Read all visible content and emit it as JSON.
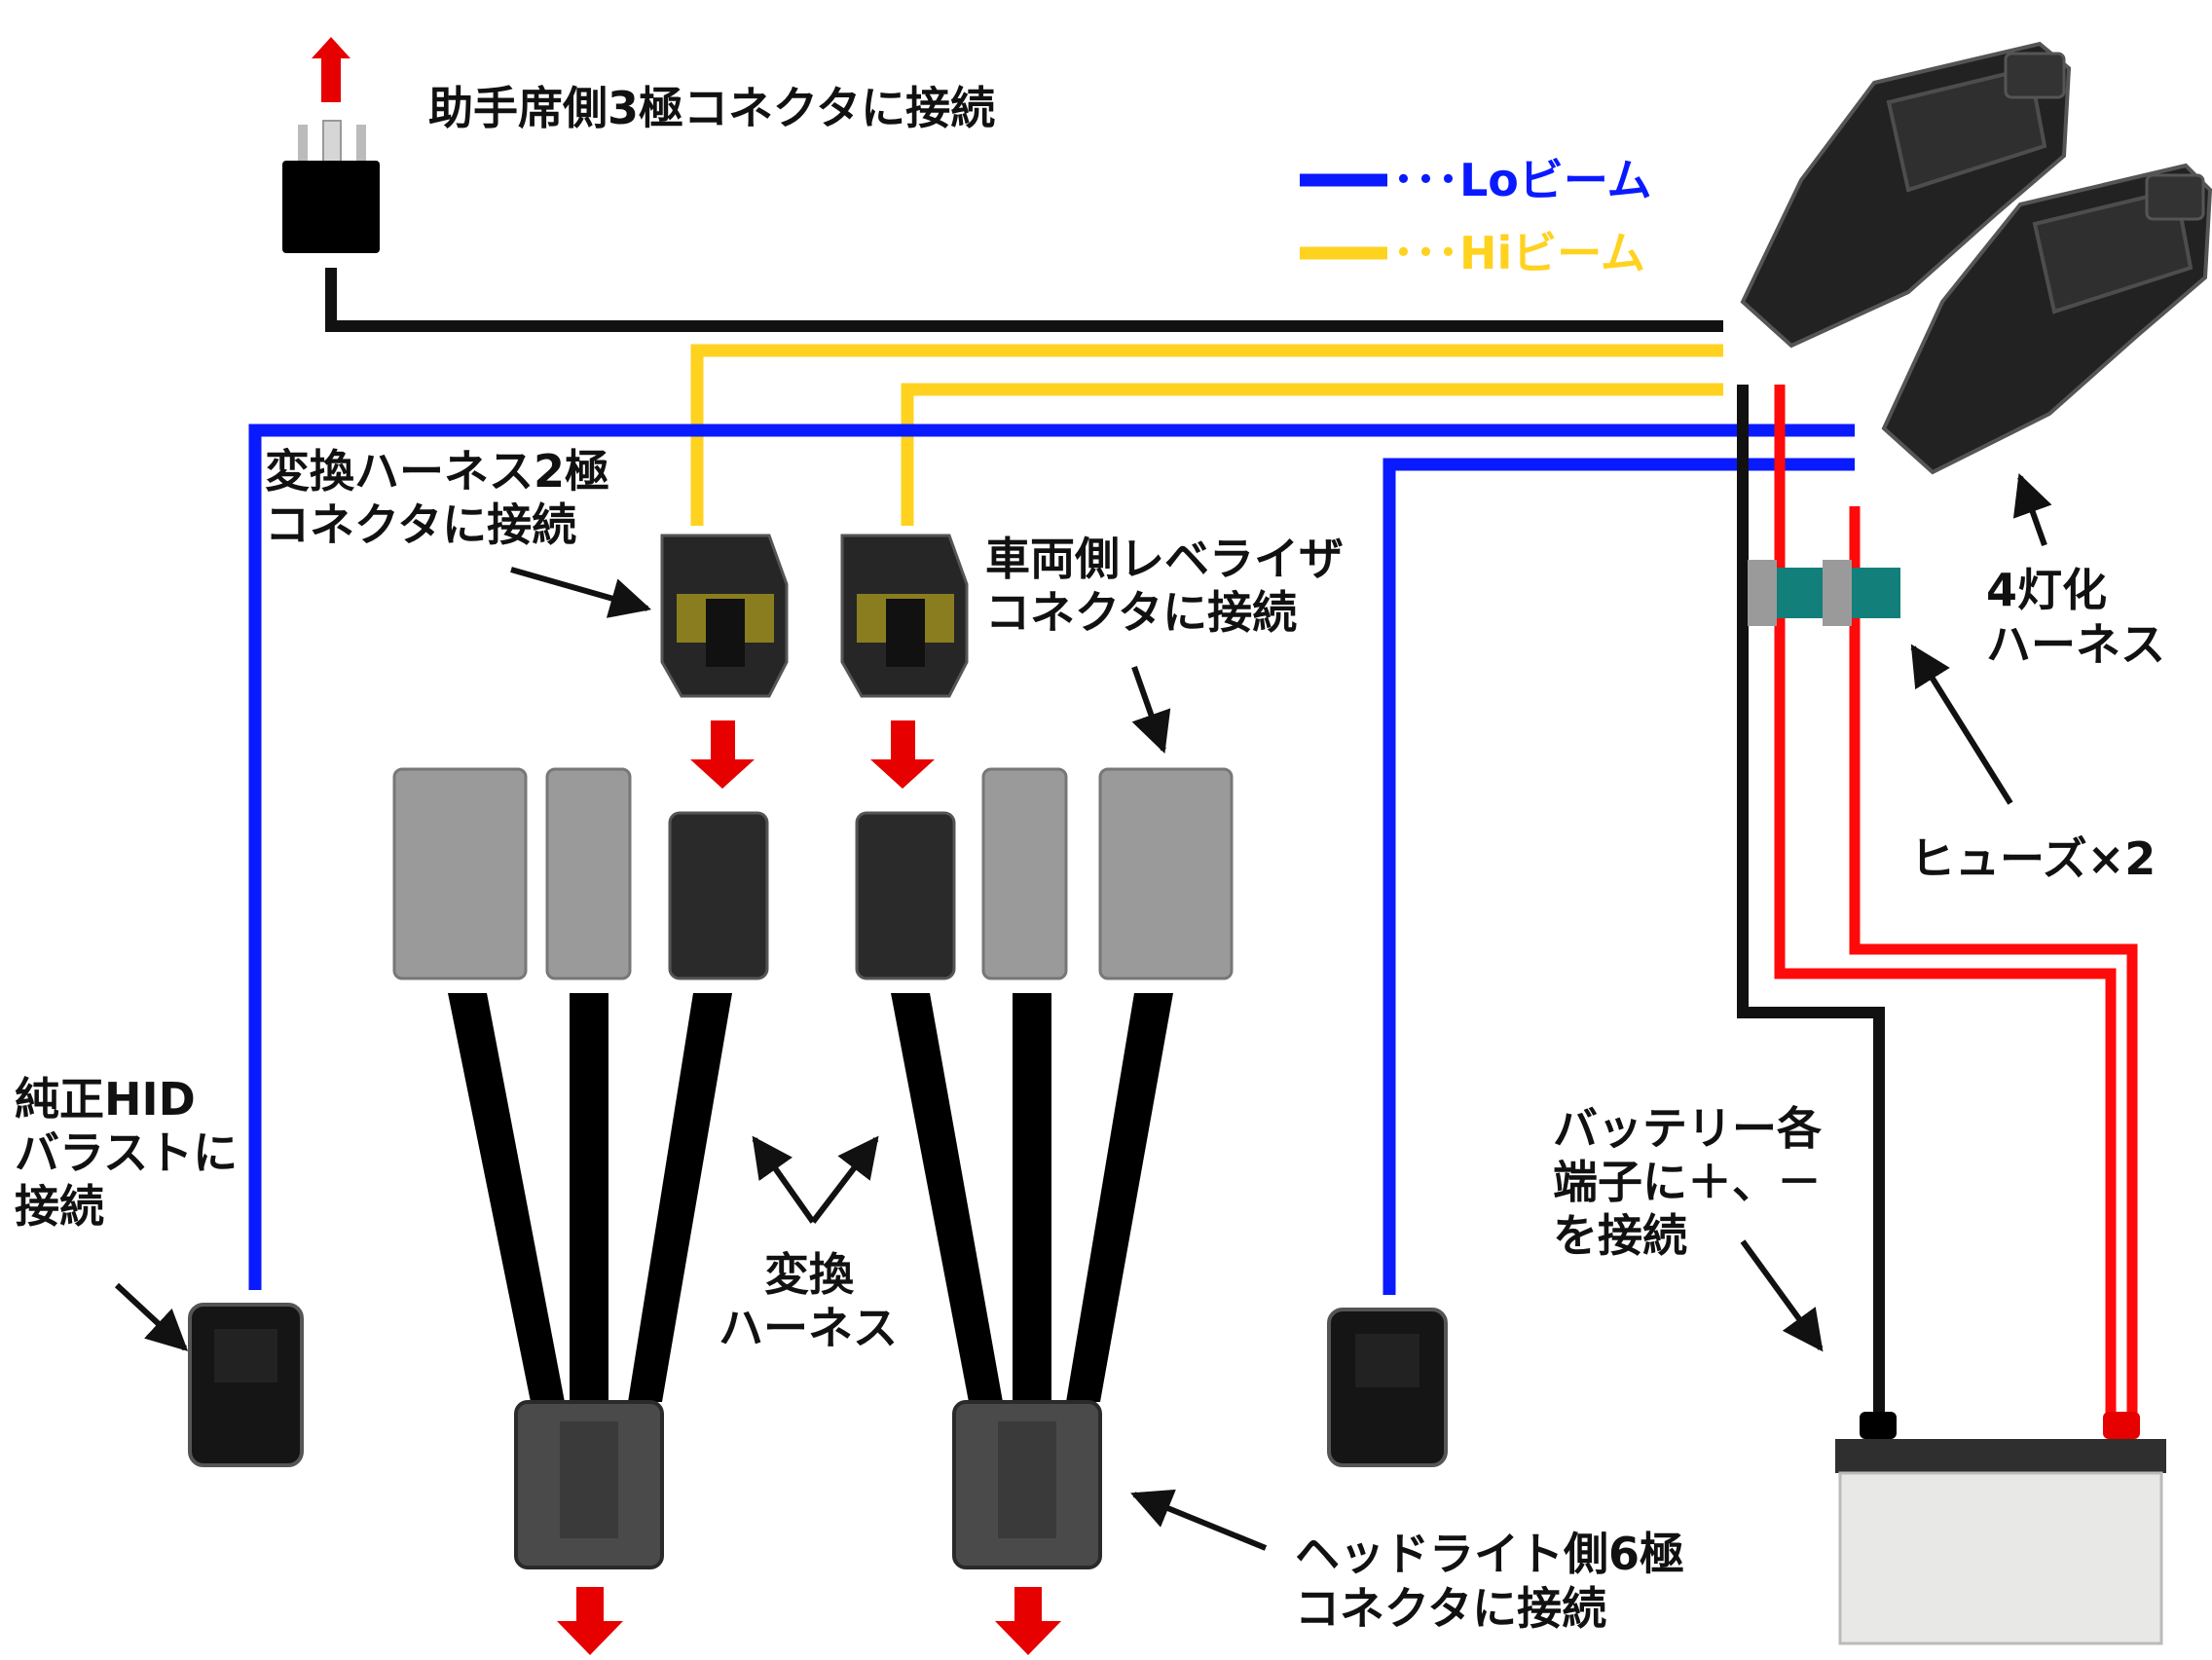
{
  "colors": {
    "lo_wire": "#0a1aff",
    "hi_wire": "#ffd21f",
    "ground_wire": "#111111",
    "power_wire": "#ff0a0a",
    "arrow_red": "#e60000",
    "connector_dark": "#2a2a2a",
    "connector_gray": "#888888",
    "fuse_teal": "#137f7a"
  },
  "legend": {
    "lo": {
      "line": "━━ ･･･",
      "label": "･･･Loビーム"
    },
    "hi": {
      "line": "━━ ･･･",
      "label": "･･･Hiビーム"
    }
  },
  "labels": {
    "passenger_connector": "助手席側3極コネクタに接続",
    "conv_2pin_line1": "変換ハーネス2極",
    "conv_2pin_line2": "コネクタに接続",
    "leveler_line1": "車両側レベライザ",
    "leveler_line2": "コネクタに接続",
    "quad_line1": "4灯化",
    "quad_line2": "ハーネス",
    "fuse": "ヒューズ×2",
    "ballast_line1": "純正HID",
    "ballast_line2": "バラストに",
    "ballast_line3": "接続",
    "conv_harness_line1": "変換",
    "conv_harness_line2": "ハーネス",
    "battery_line1": "バッテリー各",
    "battery_line2": "端子に＋、－",
    "battery_line3": "を接続",
    "headlight_line1": "ヘッドライト側6極",
    "headlight_line2": "コネクタに接続"
  }
}
